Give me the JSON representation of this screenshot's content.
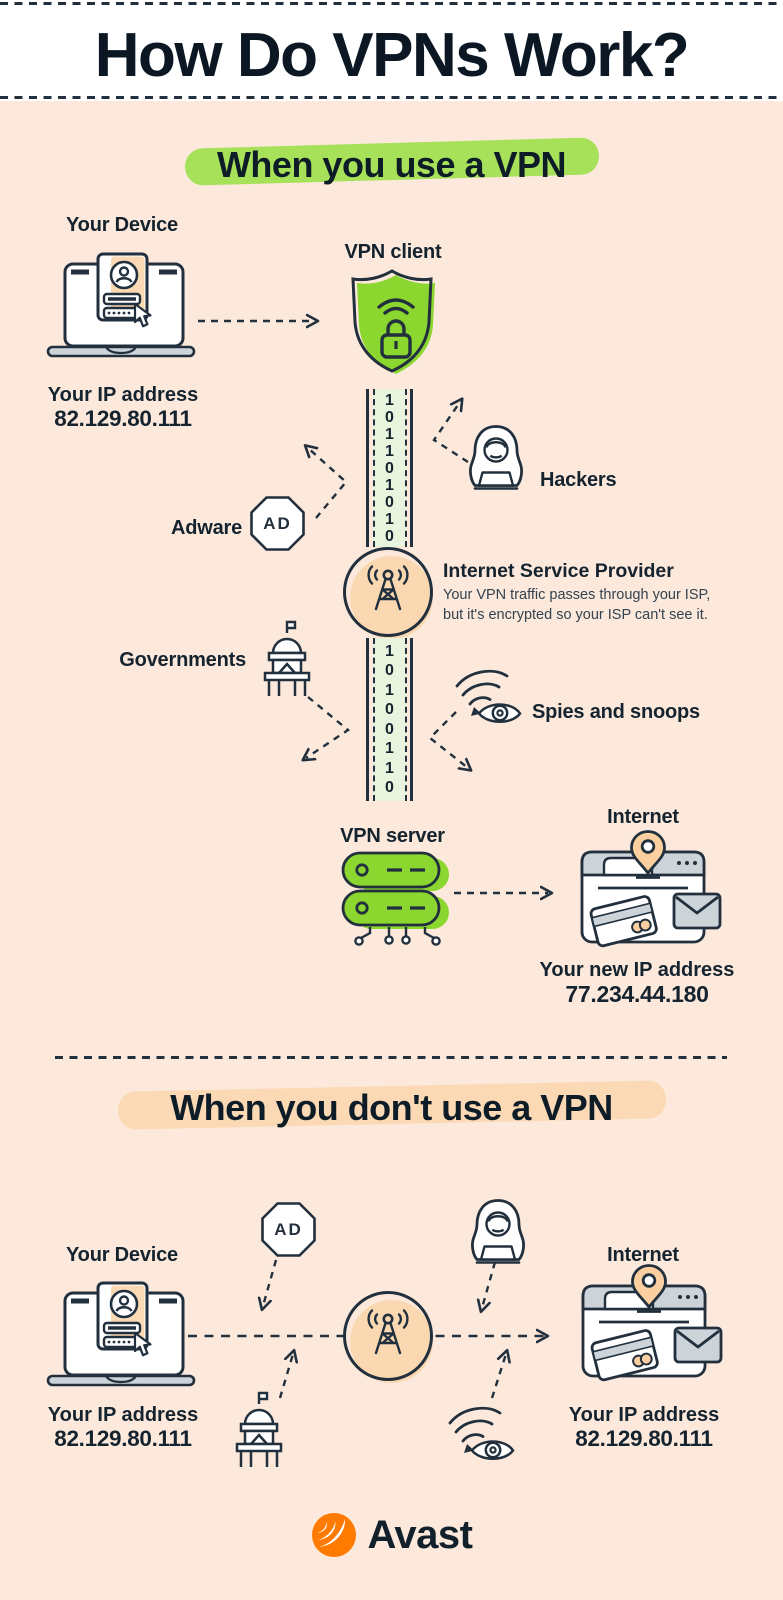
{
  "header": {
    "title": "How Do VPNs Work?"
  },
  "vpn_section": {
    "heading": "When you use a VPN",
    "device": {
      "label": "Your Device",
      "ip_label": "Your IP address",
      "ip_value": "82.129.80.111"
    },
    "vpn_client": {
      "label": "VPN client"
    },
    "tunnel_upper_digits": "1\n0\n1\n1\n0\n1\n0\n1\n0",
    "tunnel_lower_digits": "1\n0\n1\n0\n0\n1\n1\n0",
    "hackers": {
      "label": "Hackers"
    },
    "adware": {
      "label": "Adware",
      "badge": "AD"
    },
    "isp": {
      "title": "Internet Service Provider",
      "description": "Your VPN traffic passes through your ISP,\nbut it's encrypted so your ISP can't see it."
    },
    "governments": {
      "label": "Governments"
    },
    "spies": {
      "label": "Spies and snoops"
    },
    "vpn_server": {
      "label": "VPN server"
    },
    "internet": {
      "label": "Internet"
    },
    "new_ip": {
      "label": "Your new IP address",
      "ip_value": "77.234.44.180"
    }
  },
  "no_vpn_section": {
    "heading": "When you don't use a VPN",
    "adware_badge": "AD",
    "device": {
      "label": "Your Device",
      "ip_label": "Your IP address",
      "ip_value": "82.129.80.111"
    },
    "internet": {
      "label": "Internet",
      "ip_label": "Your IP address",
      "ip_value": "82.129.80.111"
    }
  },
  "footer": {
    "brand": "Avast"
  },
  "colors": {
    "background": "#fce9dc",
    "ink": "#22303e",
    "green": "#8bd62f",
    "green_highlight": "#a6e159",
    "tunnel_fill": "#e9f4de",
    "peach_fill": "#fad8b2",
    "peach_highlight": "#fbd9b5",
    "grey": "#ccd4da",
    "avast_orange": "#ff7a00"
  },
  "icons": {
    "device": "laptop-login-icon",
    "vpn_client": "shield-lock-icon",
    "hackers": "hooded-hacker-icon",
    "adware": "ad-octagon-icon",
    "isp": "radio-tower-icon",
    "governments": "capitol-building-icon",
    "spies": "wifi-eye-icon",
    "vpn_server": "server-stack-icon",
    "internet": "browser-window-icon",
    "brand": "avast-comet-icon"
  }
}
